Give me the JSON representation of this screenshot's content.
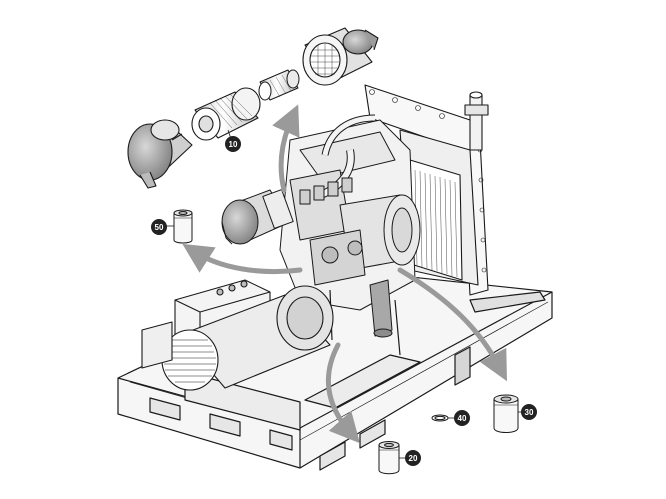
{
  "callouts": [
    {
      "id": "10",
      "label": "10"
    },
    {
      "id": "20",
      "label": "20"
    },
    {
      "id": "30",
      "label": "30"
    },
    {
      "id": "40",
      "label": "40"
    },
    {
      "id": "50",
      "label": "50"
    }
  ],
  "colors": {
    "line": "#1a1a1a",
    "arrow": "#9a9a9a",
    "body_light": "#f4f4f4",
    "part_gray": "#8f8f8f",
    "badge": "#222222"
  },
  "icons": [
    "exhaust-pipe-icon",
    "air-filter-icon",
    "oil-filter-icon",
    "fuel-filter-icon",
    "o-ring-icon",
    "alternator-icon",
    "radiator-icon"
  ]
}
